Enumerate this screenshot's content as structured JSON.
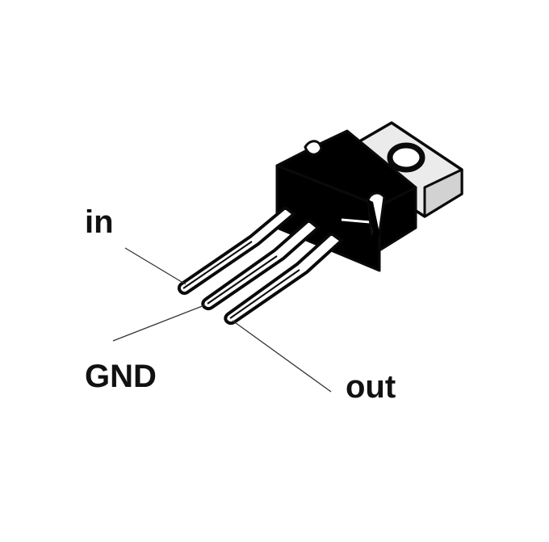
{
  "labels": {
    "input": "in",
    "ground": "GND",
    "output": "out"
  },
  "colors": {
    "ink": "#0a0a0a",
    "paper": "#ffffff",
    "tab": "#ececec",
    "leader": "#333333"
  }
}
